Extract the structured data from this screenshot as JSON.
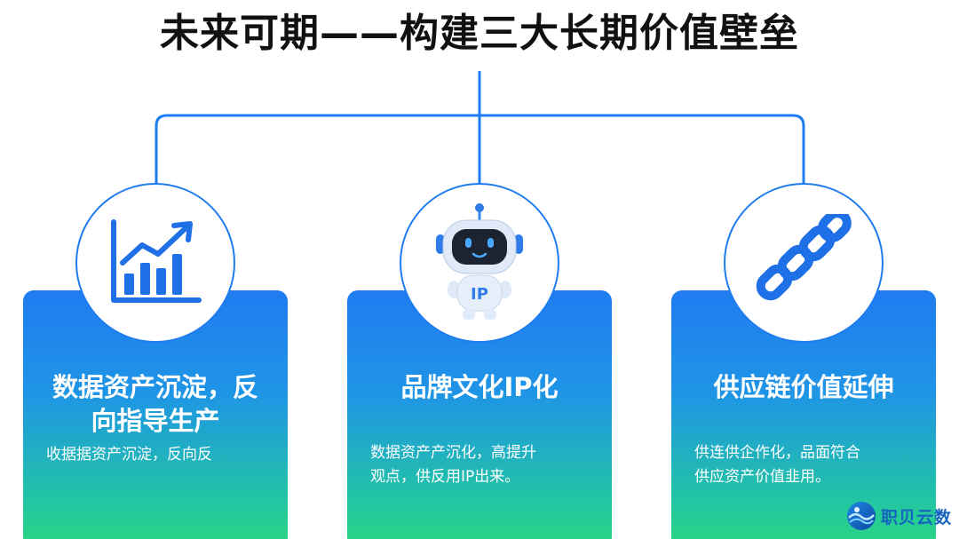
{
  "title": "未来可期——构建三大长期价值壁垒",
  "colors": {
    "accent": "#1f7cf0",
    "gradient_top": "#1f7cf0",
    "gradient_bottom": "#2bd77f",
    "robot_face": "#1c2433"
  },
  "cards": [
    {
      "icon": "growth-chart-icon",
      "title_line1": "数据资产沉淀，反",
      "title_line2": "向指导生产",
      "desc_line1": "收据据资产沉淀，反向反",
      "desc_line2": ""
    },
    {
      "icon": "ip-robot-icon",
      "icon_badge": "IP",
      "title_line1": "品牌文化IP化",
      "title_line2": "",
      "desc_line1": "数据资产产沉化，高提升",
      "desc_line2": "观点，供反用IP出来。"
    },
    {
      "icon": "chain-link-icon",
      "title_line1": "供应链价值延伸",
      "title_line2": "",
      "desc_line1": "供连供企作化，品面符合",
      "desc_line2": "供应资产价值韭用。"
    }
  ],
  "watermark": {
    "icon": "globe-logo-icon",
    "text": "职贝云数"
  }
}
